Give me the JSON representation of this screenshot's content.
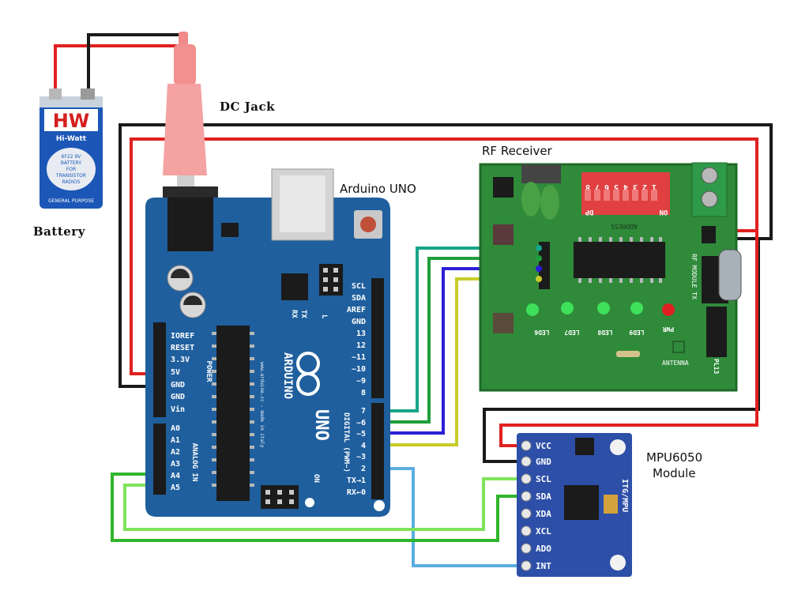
{
  "labels": {
    "dc_jack": "DC Jack",
    "battery": "Battery",
    "arduino": "Arduino UNO",
    "rf_receiver": "RF Receiver",
    "mpu_line1": "MPU6050",
    "mpu_line2": "Module"
  },
  "battery": {
    "brand": "HW",
    "brand_sub": "Hi-Watt",
    "spec1": "6F22 9V",
    "spec2": "BATTERY",
    "spec3": "FOR",
    "spec4": "TRANSISTOR",
    "spec5": "RADIOS",
    "purpose": "GENERAL PURPOSE"
  },
  "arduino_board": {
    "power_pins": [
      "IOREF",
      "RESET",
      "3.3V",
      "5V",
      "GND",
      "GND",
      "Vin"
    ],
    "power_header": "POWER",
    "analog_pins": [
      "A0",
      "A1",
      "A2",
      "A3",
      "A4",
      "A5"
    ],
    "analog_header": "ANALOG IN",
    "top_pins": [
      "SCL",
      "SDA",
      "AREF",
      "GND",
      "13",
      "12",
      "~11",
      "~10",
      "~9",
      "8"
    ],
    "digital_pins": [
      "7",
      "~6",
      "~5",
      "4",
      "~3",
      "2",
      "TX→1",
      "RX←0"
    ],
    "digital_header": "DIGITAL (PWM~)",
    "tx": "TX",
    "rx": "RX",
    "l": "L",
    "on": "ON",
    "brand": "ARDUINO",
    "model": "UNO",
    "site": "www.arduino.cc - made in italy"
  },
  "rf_board": {
    "dip_label": "DP",
    "dip_numbers": [
      "8",
      "7",
      "6",
      "5",
      "4",
      "3",
      "2",
      "1"
    ],
    "dip_on": "ON",
    "address": "ADDRESS",
    "leds": [
      "LED6",
      "LED7",
      "LED8",
      "LED9",
      "PWR"
    ],
    "module": "RF MODULE TX",
    "antenna": "ANTENNA",
    "pl": "PL13"
  },
  "mpu_board": {
    "pins": [
      "VCC",
      "GND",
      "SCL",
      "SDA",
      "XDA",
      "XCL",
      "ADO",
      "INT"
    ],
    "chip": "ITG/MPU"
  },
  "colors": {
    "red": "#e02020",
    "black": "#1a1a1a",
    "teal": "#17a589",
    "green": "#1e9e3c",
    "blue": "#2a1fd6",
    "yellow": "#c8cc2a",
    "sky": "#5aaee0",
    "lime": "#4bd138",
    "arduino": "#1f5f9e",
    "rf_pcb": "#2f8a3a",
    "mpu_pcb": "#2d4fa8"
  }
}
